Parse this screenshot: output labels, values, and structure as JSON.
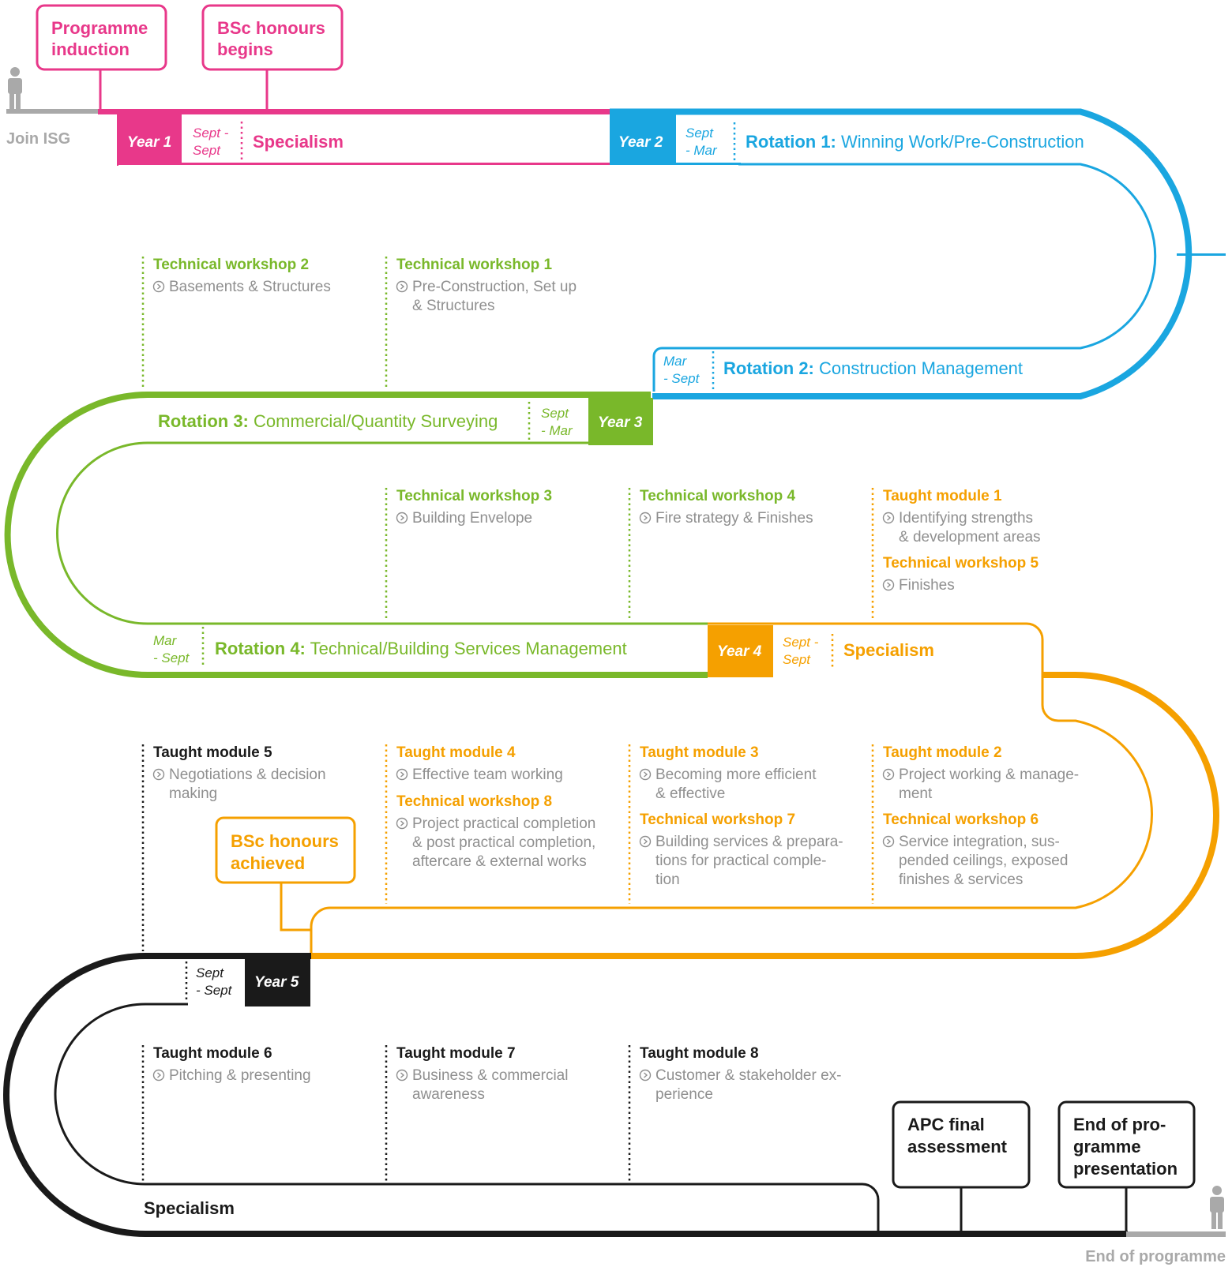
{
  "start": {
    "label": "Join ISG"
  },
  "end": {
    "label": "End of programme"
  },
  "milestones": {
    "programme_induction": [
      "Programme",
      "induction"
    ],
    "bsc_begins": [
      "BSc honours",
      "begins"
    ],
    "bsc_achieved": [
      "BSc honours",
      "achieved"
    ],
    "apc_final": [
      "APC final",
      "assessment"
    ],
    "end_presentation": [
      "End of pro-",
      "gramme",
      "presentation"
    ]
  },
  "track": {
    "year1": {
      "year": "Year 1",
      "period": [
        "Sept -",
        "Sept"
      ],
      "title": "Specialism"
    },
    "rotation1": {
      "year": "Year 2",
      "period": [
        "Sept",
        "- Mar"
      ],
      "title_bold": "Rotation 1:",
      "title_rest": " Winning Work/Pre-Construction"
    },
    "rotation2": {
      "period": [
        "Mar",
        "- Sept"
      ],
      "title_bold": "Rotation 2:",
      "title_rest": " Construction Management"
    },
    "rotation3": {
      "year": "Year 3",
      "period": [
        "Sept",
        "- Mar"
      ],
      "title_bold": "Rotation 3:",
      "title_rest": " Commercial/Quantity Surveying"
    },
    "rotation4": {
      "period": [
        "Mar",
        "- Sept"
      ],
      "title_bold": "Rotation 4:",
      "title_rest": " Technical/Building Services Management"
    },
    "year4": {
      "year": "Year 4",
      "period": [
        "Sept -",
        "Sept"
      ],
      "title": "Specialism"
    },
    "year5": {
      "year": "Year 5",
      "period": [
        "Sept",
        "- Sept"
      ],
      "title": "Specialism"
    }
  },
  "modules": {
    "tw2": {
      "title": "Technical workshop 2",
      "lines": [
        "Basements & Structures"
      ]
    },
    "tw1": {
      "title": "Technical workshop 1",
      "lines": [
        "Pre-Construction, Set up",
        "& Structures"
      ]
    },
    "tw3": {
      "title": "Technical workshop 3",
      "lines": [
        "Building Envelope"
      ]
    },
    "tw4": {
      "title": "Technical workshop 4",
      "lines": [
        "Fire strategy & Finishes"
      ]
    },
    "tm1": {
      "title": "Taught module 1",
      "lines": [
        "Identifying strengths",
        "& development areas"
      ]
    },
    "tw5": {
      "title": "Technical workshop 5",
      "lines": [
        "Finishes"
      ]
    },
    "tm5": {
      "title": "Taught module 5",
      "lines": [
        "Negotiations & decision",
        "making"
      ]
    },
    "tm4": {
      "title": "Taught module 4",
      "lines": [
        "Effective team working"
      ]
    },
    "tw8": {
      "title": "Technical workshop 8",
      "lines": [
        "Project practical completion",
        "& post practical completion,",
        "aftercare & external works"
      ]
    },
    "tm3": {
      "title": "Taught module 3",
      "lines": [
        "Becoming more efficient",
        "& effective"
      ]
    },
    "tw7": {
      "title": "Technical workshop 7",
      "lines": [
        "Building services & prepara-",
        "tions for practical comple-",
        "tion"
      ]
    },
    "tm2": {
      "title": "Taught module 2",
      "lines": [
        "Project working & manage-",
        "ment"
      ]
    },
    "tw6": {
      "title": "Technical workshop 6",
      "lines": [
        "Service integration, sus-",
        "pended ceilings, exposed",
        "finishes & services"
      ]
    },
    "tm6": {
      "title": "Taught module 6",
      "lines": [
        "Pitching & presenting"
      ]
    },
    "tm7": {
      "title": "Taught module 7",
      "lines": [
        "Business & commercial",
        "awareness"
      ]
    },
    "tm8": {
      "title": "Taught module 8",
      "lines": [
        "Customer & stakeholder ex-",
        "perience"
      ]
    }
  },
  "icons": {
    "person": "person-icon",
    "bullet": "circled-chevron-icon"
  },
  "colors": {
    "pink": "#e8388a",
    "blue": "#1aa6e0",
    "green": "#79b82a",
    "orange": "#f5a000",
    "black": "#1a1a1a",
    "grey": "#8f8f8f",
    "lightgrey": "#a9a9a9"
  }
}
